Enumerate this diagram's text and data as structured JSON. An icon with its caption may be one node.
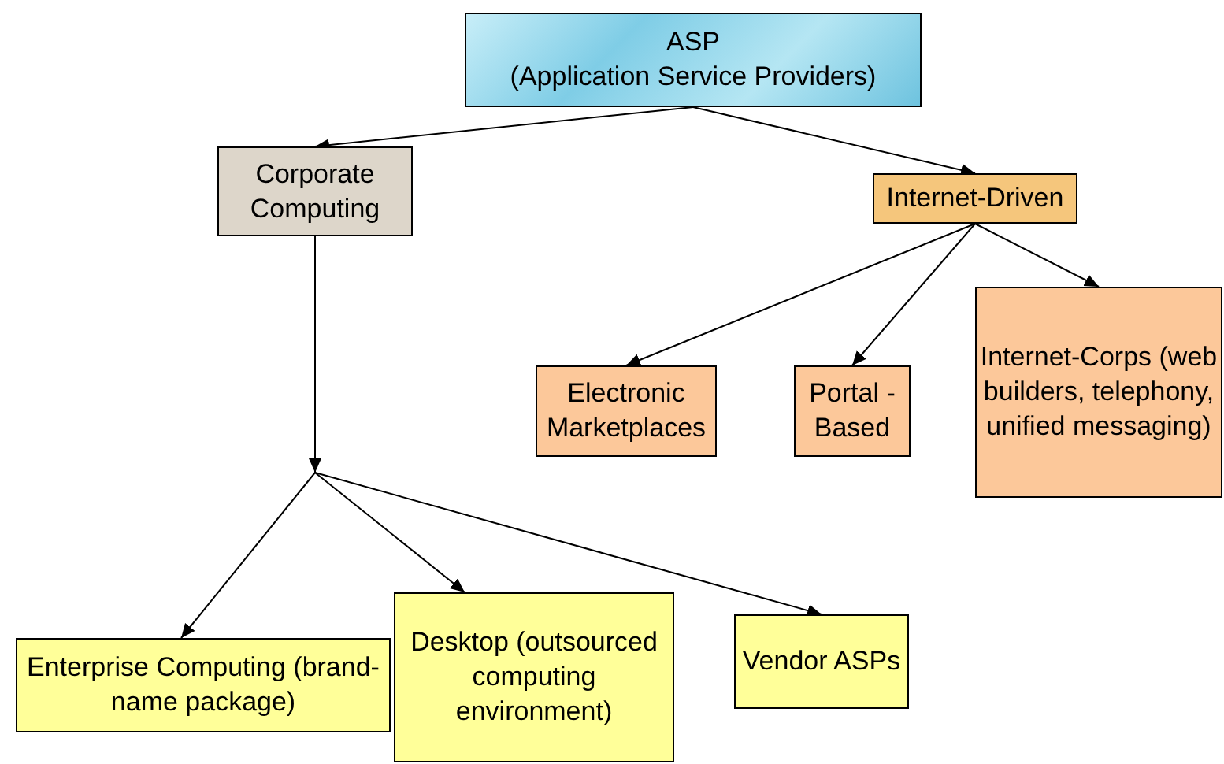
{
  "diagram": {
    "nodes": [
      {
        "text": [
          "ASP",
          "(Application Service Providers)"
        ]
      },
      {
        "text": [
          "Corporate Computing"
        ]
      },
      {
        "text": [
          "Internet-Driven"
        ]
      },
      {
        "text": [
          "Electronic Marketplaces"
        ]
      },
      {
        "text": [
          "Portal -Based"
        ]
      },
      {
        "text": [
          "Internet-Corps (web builders, telephony, unified messaging)"
        ]
      },
      {
        "text": [
          "Enterprise Computing (brand-name package)"
        ]
      },
      {
        "text": [
          "Desktop (outsourced computing environment)"
        ]
      },
      {
        "text": [
          "Vendor ASPs"
        ]
      }
    ],
    "edges": [
      {
        "from": 0,
        "to": 1,
        "arrow": "to"
      },
      {
        "from": 0,
        "to": 2,
        "arrow": "to"
      },
      {
        "from": 2,
        "to": 3,
        "arrow": "to"
      },
      {
        "from": 2,
        "to": 4,
        "arrow": "to"
      },
      {
        "from": 2,
        "to": 5,
        "arrow": "to"
      },
      {
        "from": 1,
        "to": 6,
        "arrow": "to"
      },
      {
        "from": 1,
        "to": 7,
        "arrow": "to"
      },
      {
        "from": 1,
        "to": 8,
        "arrow": "to"
      }
    ]
  }
}
